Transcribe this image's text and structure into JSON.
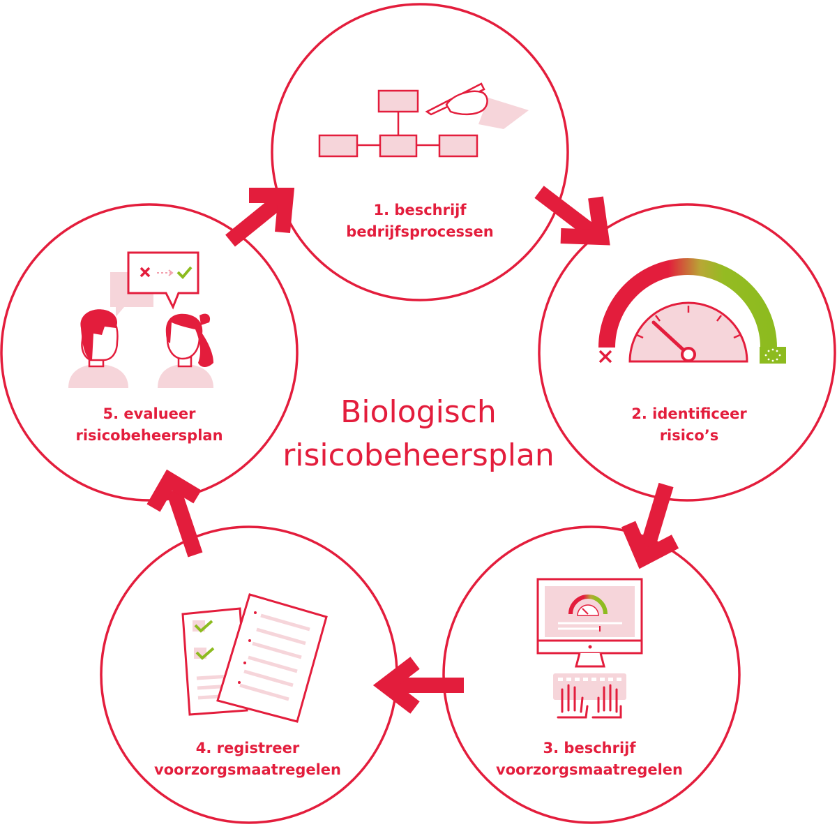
{
  "title": {
    "line1": "Biologisch",
    "line2": "risicobeheersplan"
  },
  "steps": [
    {
      "line1": "1. beschrijf",
      "line2": "bedrijfsprocessen",
      "icon": "process-diagram-icon"
    },
    {
      "line1": "2. identificeer",
      "line2": "risico’s",
      "icon": "risk-gauge-icon"
    },
    {
      "line1": "3. beschrijf",
      "line2": "voorzorgsmaatregelen",
      "icon": "computer-icon"
    },
    {
      "line1": "4. registreer",
      "line2": "voorzorgsmaatregelen",
      "icon": "checklist-documents-icon"
    },
    {
      "line1": "5. evalueer",
      "line2": "risicobeheersplan",
      "icon": "conversation-icon"
    }
  ],
  "colors": {
    "accent": "#e31d3c",
    "light": "#f6d5da",
    "green": "#8dbb1f"
  }
}
